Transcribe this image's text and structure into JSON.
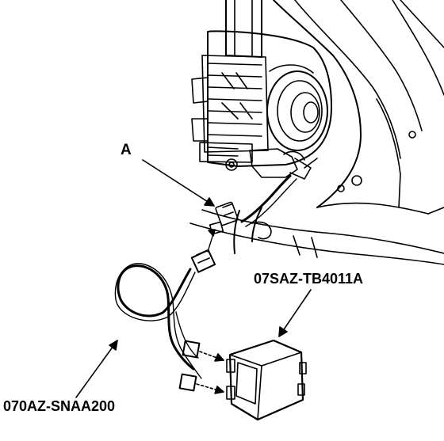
{
  "labels": {
    "callout_a": "A",
    "module_part_number": "07SAZ-TB4011A",
    "harness_part_number": "070AZ-SNAA200"
  },
  "colors": {
    "line": "#000000",
    "background": "#ffffff"
  }
}
